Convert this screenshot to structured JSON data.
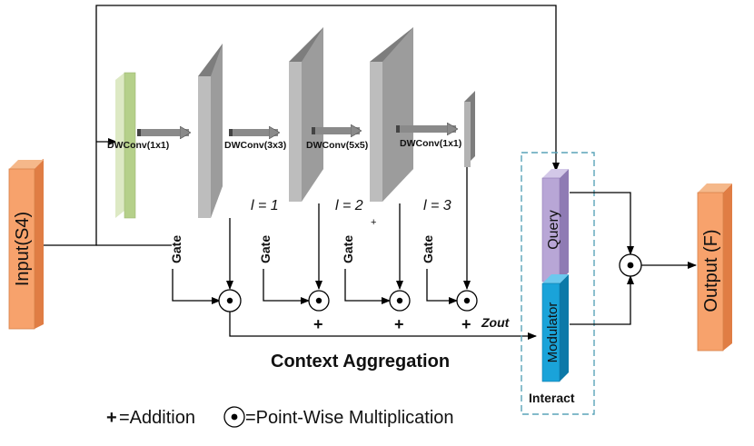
{
  "input_label": "Input(S4)",
  "output_label": "Output (F)",
  "dwconv_labels": [
    "DWConv(1x1)",
    "DWConv(3x3)",
    "DWConv(5x5)",
    "DWConv(1x1)"
  ],
  "level_labels": [
    "l = 1",
    "l = 2",
    "l = 3"
  ],
  "gate_label": "Gate",
  "z_out_label": "Zout",
  "query_label": "Query",
  "modulator_label": "Modulator",
  "interact_label": "Interact",
  "context_aggregation_label": "Context Aggregation",
  "legend": {
    "addition_symbol": "+",
    "addition_text": "=Addition",
    "multiply_text": "=Point-Wise Multiplication"
  },
  "colors": {
    "input_output": "#f7a26c",
    "green_map": "#c4d99a",
    "gray_map": "#a8a8a8",
    "query": "#b8a6d6",
    "modulator": "#1aa3d9",
    "interact_border": "#5aa4b8"
  }
}
